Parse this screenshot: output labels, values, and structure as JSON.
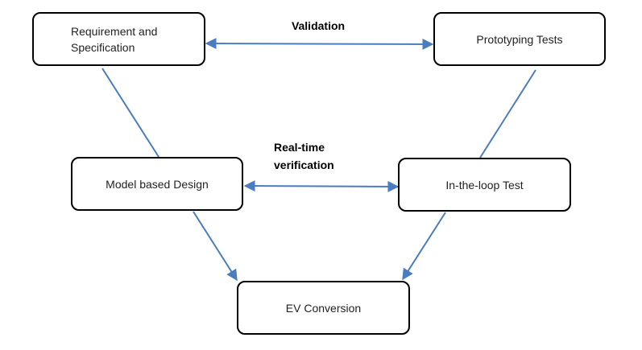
{
  "nodes": {
    "requirement": {
      "label_line1": "Requirement and",
      "label_line2": "Specification"
    },
    "prototyping": {
      "label": "Prototyping Tests"
    },
    "model_design": {
      "label": "Model based Design"
    },
    "in_the_loop": {
      "label": "In-the-loop Test"
    },
    "ev_conversion": {
      "label": "EV Conversion"
    }
  },
  "edges": {
    "validation": {
      "label": "Validation"
    },
    "real_time": {
      "label_line1": "Real-time",
      "label_line2": "verification"
    }
  },
  "colors": {
    "connector": "#4a7cc0",
    "border": "#000000"
  }
}
